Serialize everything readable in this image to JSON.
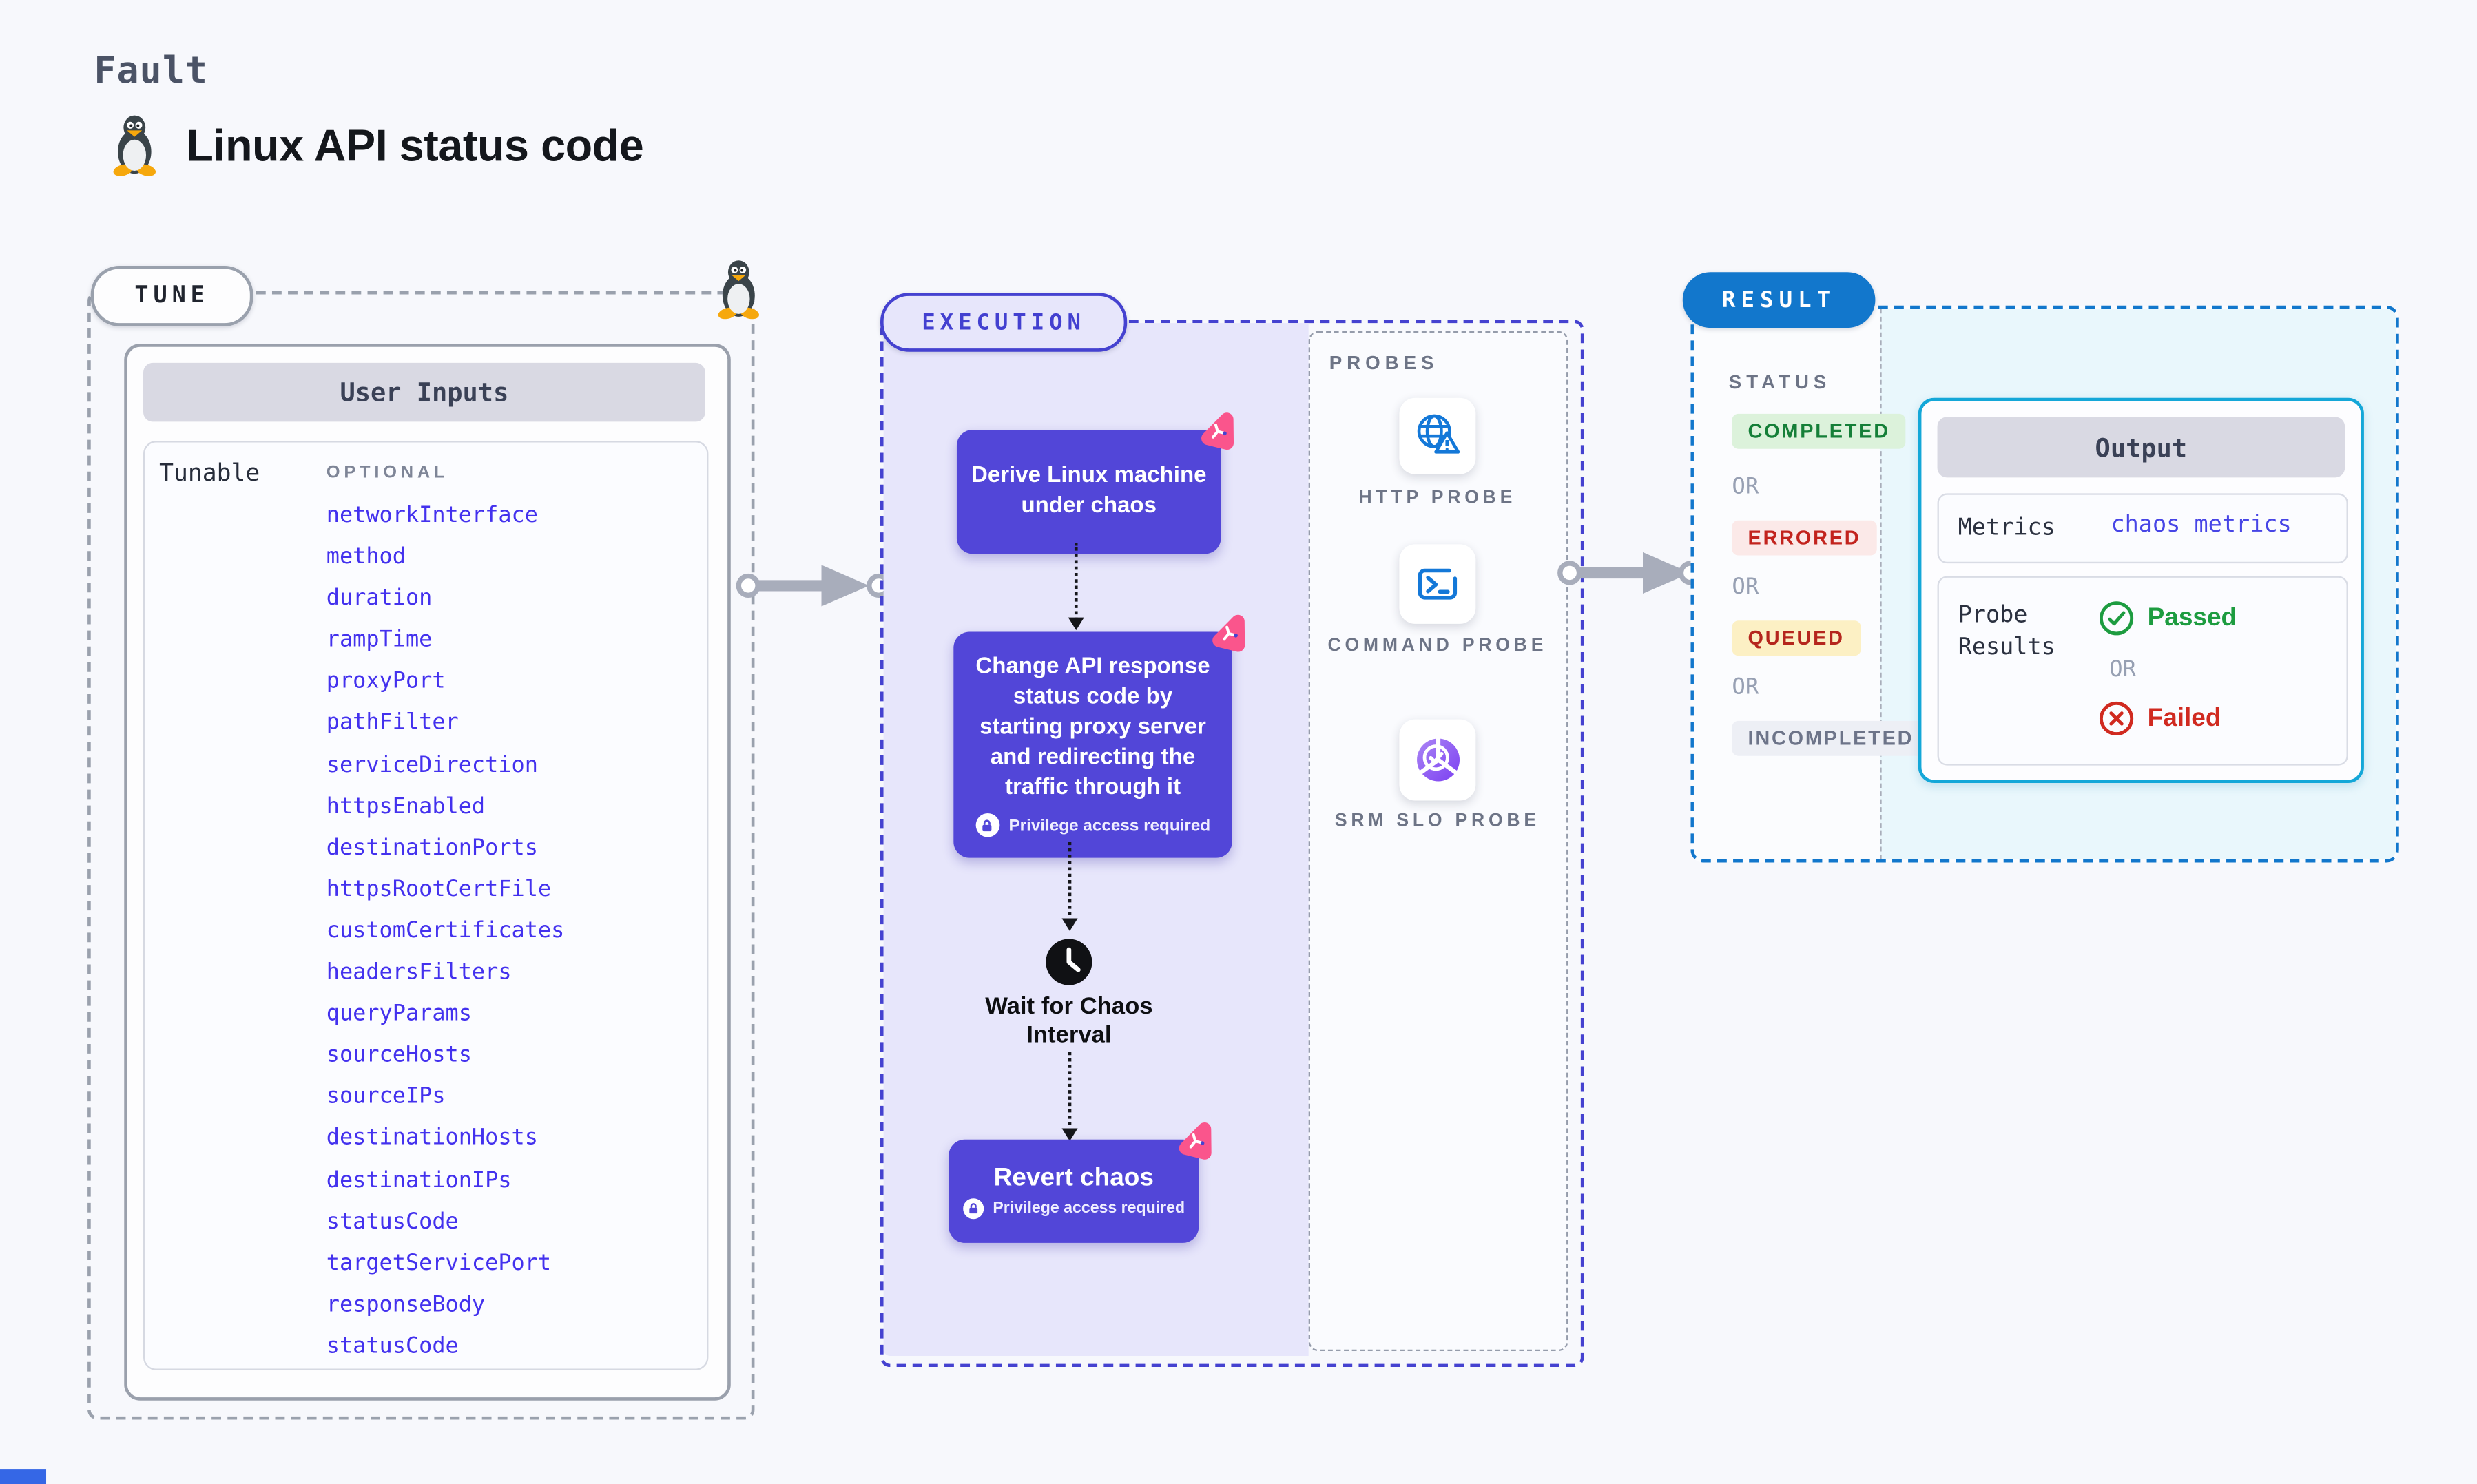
{
  "header": {
    "kicker": "Fault",
    "title": "Linux API status code"
  },
  "tune": {
    "label": "TUNE",
    "user_inputs": {
      "header": "User Inputs",
      "row_label": "Tunable",
      "column_label": "OPTIONAL",
      "items": [
        "networkInterface",
        "method",
        "duration",
        "rampTime",
        "proxyPort",
        "pathFilter",
        "serviceDirection",
        "httpsEnabled",
        "destinationPorts",
        "httpsRootCertFile",
        "customCertificates",
        "headersFilters",
        "queryParams",
        "sourceHosts",
        "sourceIPs",
        "destinationHosts",
        "destinationIPs",
        "statusCode",
        "targetServicePort",
        "responseBody",
        "statusCode"
      ]
    }
  },
  "execution": {
    "label": "EXECUTION",
    "steps": [
      {
        "text": "Derive Linux machine under chaos"
      },
      {
        "text": "Change API response status code by starting proxy server and redirecting the traffic through it",
        "privilege_note": "Privilege access required"
      },
      {
        "text": "Wait for Chaos Interval"
      },
      {
        "text": "Revert chaos",
        "privilege_note": "Privilege access required"
      }
    ],
    "probes": {
      "label": "PROBES",
      "items": [
        {
          "name": "HTTP PROBE",
          "icon": "globe-alert-icon"
        },
        {
          "name": "COMMAND PROBE",
          "icon": "terminal-icon"
        },
        {
          "name": "SRM SLO PROBE",
          "icon": "slo-pie-check-icon"
        }
      ]
    }
  },
  "result": {
    "label": "RESULT",
    "status": {
      "label": "STATUS",
      "separator": "OR",
      "values": [
        "COMPLETED",
        "ERRORED",
        "QUEUED",
        "INCOMPLETED"
      ]
    },
    "output": {
      "header": "Output",
      "metrics_label": "Metrics",
      "metrics_value": "chaos metrics",
      "probe_results_label": "Probe Results",
      "passed": "Passed",
      "separator": "OR",
      "failed": "Failed"
    }
  },
  "colors": {
    "background": "#f7f8fc",
    "node_purple": "#5246d8",
    "execution_border": "#4542d0",
    "lavender_fill": "#e7e6fb",
    "result_blue": "#1277cc",
    "output_cyan_border": "#14a7d8",
    "cyan_fill": "#e9f7fc",
    "tunable_link": "#4331ee",
    "litmus_pink": "#fa558c",
    "probe_icon_blue": "#1478d8",
    "completed_green": "#157f38",
    "errored_red": "#c2231d",
    "queued_amber_bg": "#fcf0c4",
    "passed_green": "#1d9c40",
    "failed_red": "#d02a20"
  }
}
